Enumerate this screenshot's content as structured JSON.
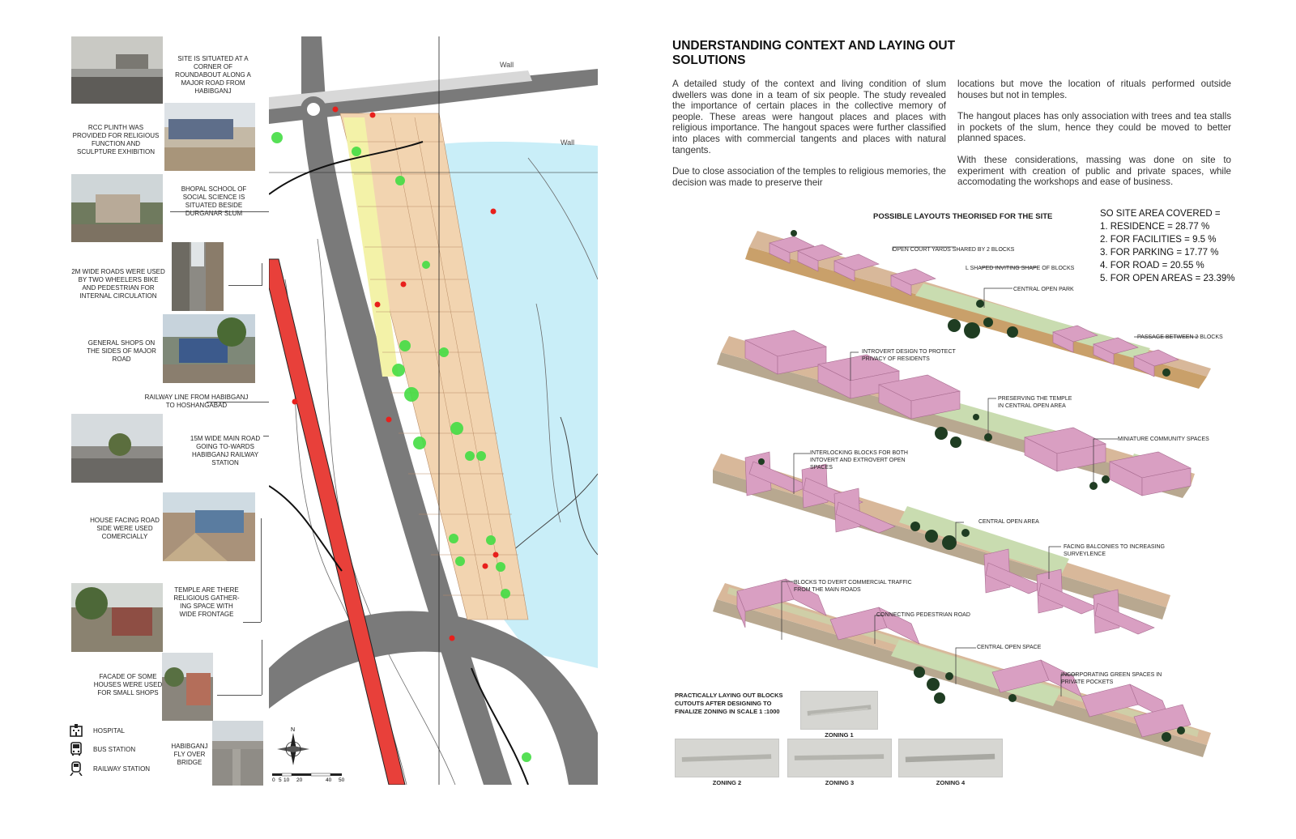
{
  "left": {
    "captions": [
      "SITE IS SITUATED AT A CORNER OF ROUNDABOUT ALONG A MAJOR ROAD FROM HABIBGANJ",
      "RCC PLINTH WAS PROVIDED FOR RELIGIOUS FUNCTION AND SCULPTURE EXHIBITION",
      "BHOPAL SCHOOL OF SOCIAL SCIENCE IS SITUATED BESIDE DURGANAR SLUM",
      "2m WIDE ROADS WERE USED BY TWO WHEELERS BIKE AND PEDESTRIAN FOR INTERNAL CIRCULATION",
      "GENERAL SHOPS ON THE SIDES OF MAJOR ROAD",
      "RAILWAY LINE FROM HABIBGANJ TO HOSHANGABAD",
      "15m WIDE MAIN ROAD GOING TO-WARDS HABIBGANJ RAILWAY STATION",
      "HOUSE FACING ROAD SIDE WERE USED COMERCIALLY",
      "TEMPLE ARE THERE RELIGIOUS GATHER-ING SPACE WITH WIDE FRONTAGE",
      "FACADE OF SOME HOUSES WERE USED FOR SMALL SHOPS",
      "HABIBGANJ FLY OVER BRIDGE"
    ],
    "legend": [
      {
        "icon": "hospital-icon",
        "label": "HOSPITAL"
      },
      {
        "icon": "bus-station-icon",
        "label": "BUS STATION"
      },
      {
        "icon": "railway-station-icon",
        "label": "RAILWAY STATION"
      }
    ],
    "map": {
      "wall_labels": [
        "Wall",
        "Wall"
      ],
      "scale_labels": [
        "0",
        "5",
        "10",
        "20",
        "40",
        "50"
      ],
      "north_label": "N"
    }
  },
  "right": {
    "heading": "UNDERSTANDING CONTEXT AND LAYING OUT SOLUTIONS",
    "paragraphs_col1": [
      "A detailed study of the context and living condition of slum dwellers was done in a team of six people. The study revealed the importance of certain places in the collective memory of people. These areas were hangout places and places with religious importance. The hangout spaces were further classified into places with commercial tangents and places with natural tangents.",
      "Due to close association of the temples to religious memories, the decision was made to preserve their"
    ],
    "paragraphs_col2": [
      "locations but move the location of rituals performed outside houses but not in temples.",
      "The hangout places has only association with trees and tea stalls in pockets of the slum, hence they could be moved to better planned spaces.",
      "With these considerations, massing was done on site to experiment with creation of public and private spaces, while accomodating the workshops and ease of business."
    ],
    "layouts_title": "POSSIBLE LAYOUTS THEORISED FOR THE SITE",
    "stats": [
      "SO SITE AREA COVERED =",
      "1. RESIDENCE = 28.77 %",
      "2. FOR FACILITIES = 9.5 %",
      "3. FOR PARKING = 17.77 %",
      "4. FOR ROAD = 20.55 %",
      "5. FOR OPEN AREAS = 23.39%"
    ],
    "annotations": [
      "OPEN COURT YARDS SHARED BY 2 BLOCKS",
      "L SHAPED INVITING SHAPE OF BLOCKS",
      "CENTRAL OPEN PARK",
      "PASSAGE BETWEEN 2 BLOCKS",
      "INTROVERT DESIGN TO PROTECT PRIVACY OF RESIDENTS",
      "PRESERVING THE TEMPLE IN CENTRAL OPEN AREA",
      "MINIATURE COMMUNITY SPACES",
      "INTERLOCKING BLOCKS FOR BOTH INTOVERT AND EXTROVERT OPEN SPACES",
      "CENTRAL OPEN AREA",
      "FACING BALCONIES TO INCREASING SURVEYLENCE",
      "BLOCKS TO DVERT COMMERCIAL TRAFFIC FROM THE MAIN ROADS",
      "CONNECTING PEDESTRIAN ROAD",
      "CENTRAL OPEN SPACE",
      "INCORPORATING GREEN SPACES IN PRIVATE POCKETS"
    ],
    "practical_note": "PRACTICALLY LAYING OUT BLOCKS CUTOUTS AFTER DESIGNING TO FINALIZE ZONING IN SCALE 1 :1000",
    "zoning_labels": [
      "ZONING 1",
      "ZONING 2",
      "ZONING 3",
      "ZONING 4"
    ],
    "colors": {
      "block_pink": "#d99fc2",
      "green_open": "#c9dcb0",
      "tree_dark": "#1f3d22",
      "ground_tan": "#d8b89a",
      "water_blue": "#c9eef8",
      "railway_red": "#e8403a"
    }
  }
}
